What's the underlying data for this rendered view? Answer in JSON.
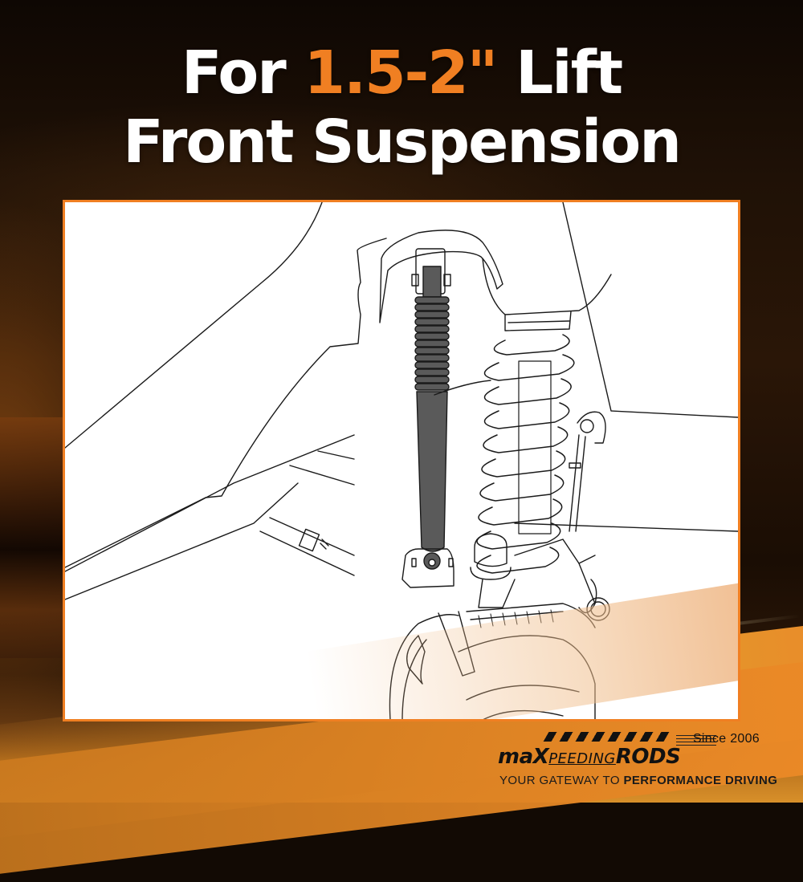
{
  "headline": {
    "line1_prefix": "For",
    "line1_accent": "1.5-2\"",
    "line1_suffix": "Lift",
    "line2": "Front Suspension"
  },
  "illustration": {
    "subject": "front-suspension-line-drawing",
    "parts": [
      "shock-absorber",
      "coil-spring",
      "sway-bar-link",
      "brake-rotor",
      "control-arm",
      "frame-rail"
    ]
  },
  "logo": {
    "since": "Since 2006",
    "brand_part1": "maX",
    "brand_part2": "PEEDING",
    "brand_part3": "RODS",
    "tagline_regular": "YOUR GATEWAY TO",
    "tagline_bold": "PERFORMANCE DRIVING"
  },
  "colors": {
    "accent_orange": "#f07f22",
    "headline_white": "#ffffff",
    "shock_gray": "#5a5a5a",
    "background_dark": "#120a04"
  }
}
